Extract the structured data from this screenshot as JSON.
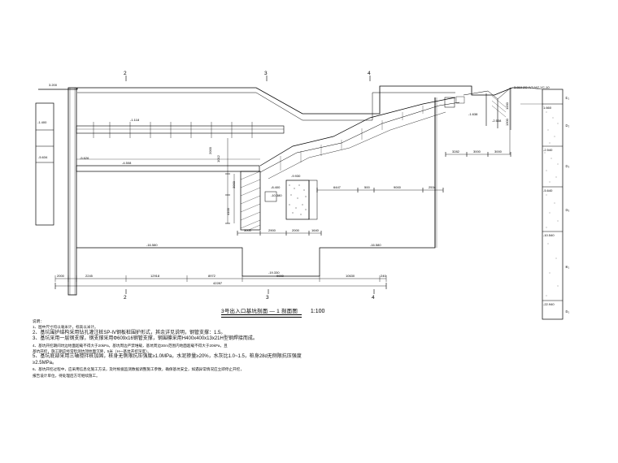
{
  "grid_axes": {
    "top": [
      "2",
      "3",
      "4"
    ],
    "bottom": [
      "2",
      "3",
      "4"
    ]
  },
  "elevations": {
    "top_left": "3.200",
    "left_mid": "-5.634",
    "left_upper": "-1.400",
    "slab_top": "-1.118",
    "slab_bottom": "-4.508",
    "left_slab": "-5.626",
    "pit_1": "-8.400",
    "pit_2": "-10.380",
    "pit_3": "-9.930",
    "bottom_left": "-16.580",
    "bottom_center": "-19.330",
    "bottom_right": "-16.580",
    "right_top": "3.810",
    "right_2": "-1.638",
    "right_3": "-2.538"
  },
  "dimensions": {
    "bottom_row": [
      "2000",
      "2245",
      "12918",
      "8972",
      "9000",
      "10630",
      "240"
    ],
    "bottom_total": "42287",
    "mid_row": [
      "3000",
      "2900",
      "2000",
      "1640"
    ],
    "right_row": [
      "3282",
      "3000",
      "3000"
    ],
    "lower_right_row": [
      "6447",
      "500",
      "9000",
      "2534"
    ],
    "vertical": [
      "1012",
      "4100",
      "3000",
      "1000",
      "1300",
      "2000"
    ]
  },
  "borehole": {
    "label": "3.810 ZC-W3-MZ-YC-10",
    "depths": [
      "1.660",
      "-2.540",
      "-5.640",
      "-10.540",
      "-22.940"
    ],
    "layers": [
      "①₁",
      "②₂",
      "②₃",
      "③₃",
      "④₁",
      "⑤₁"
    ]
  },
  "section_title": "3号出入口基坑剖面 — 1 剖面图",
  "scale": "1:100",
  "notes": [
    "说明：",
    "1、图中尺寸均以毫米计，标高以米计。",
    "2、基坑围护结构采用钻孔灌注桩SP-IV钢板桩围护形式，其余详见说明，钢管支撑：1.5。",
    "3、基坑采用一层钢支撑，钢支撑采用Φ609x16钢管支撑，钢围檩采用H400x400x13x21H型钢焊接而成。",
    "4、基坑开挖期间坑边地面超载不得大于20kPa，基坑周边严禁堆载，基坑周边30m范围内地面超载不得大于20kPa，且",
    "   基坑开挖，施工期应经常检测坑顶地面沉降，5米（H一基坑开挖深度）。",
    "5、基坑底部采用三轴搅拌桩加固，桩身无侧限抗压强度≥1.0MPa，水泥掺量≥20%，水灰比1.0~1.5，桩身28d无侧限抗压强度",
    "   ≥2.5MPa。",
    "6、基坑开挖过程中，应采用信息化施工方法，及时根据监测数据调整施工参数，确保基坑安全，如遇异常情况应立即停止开挖，",
    "   报告设计单位，待处理后方可继续施工。"
  ]
}
